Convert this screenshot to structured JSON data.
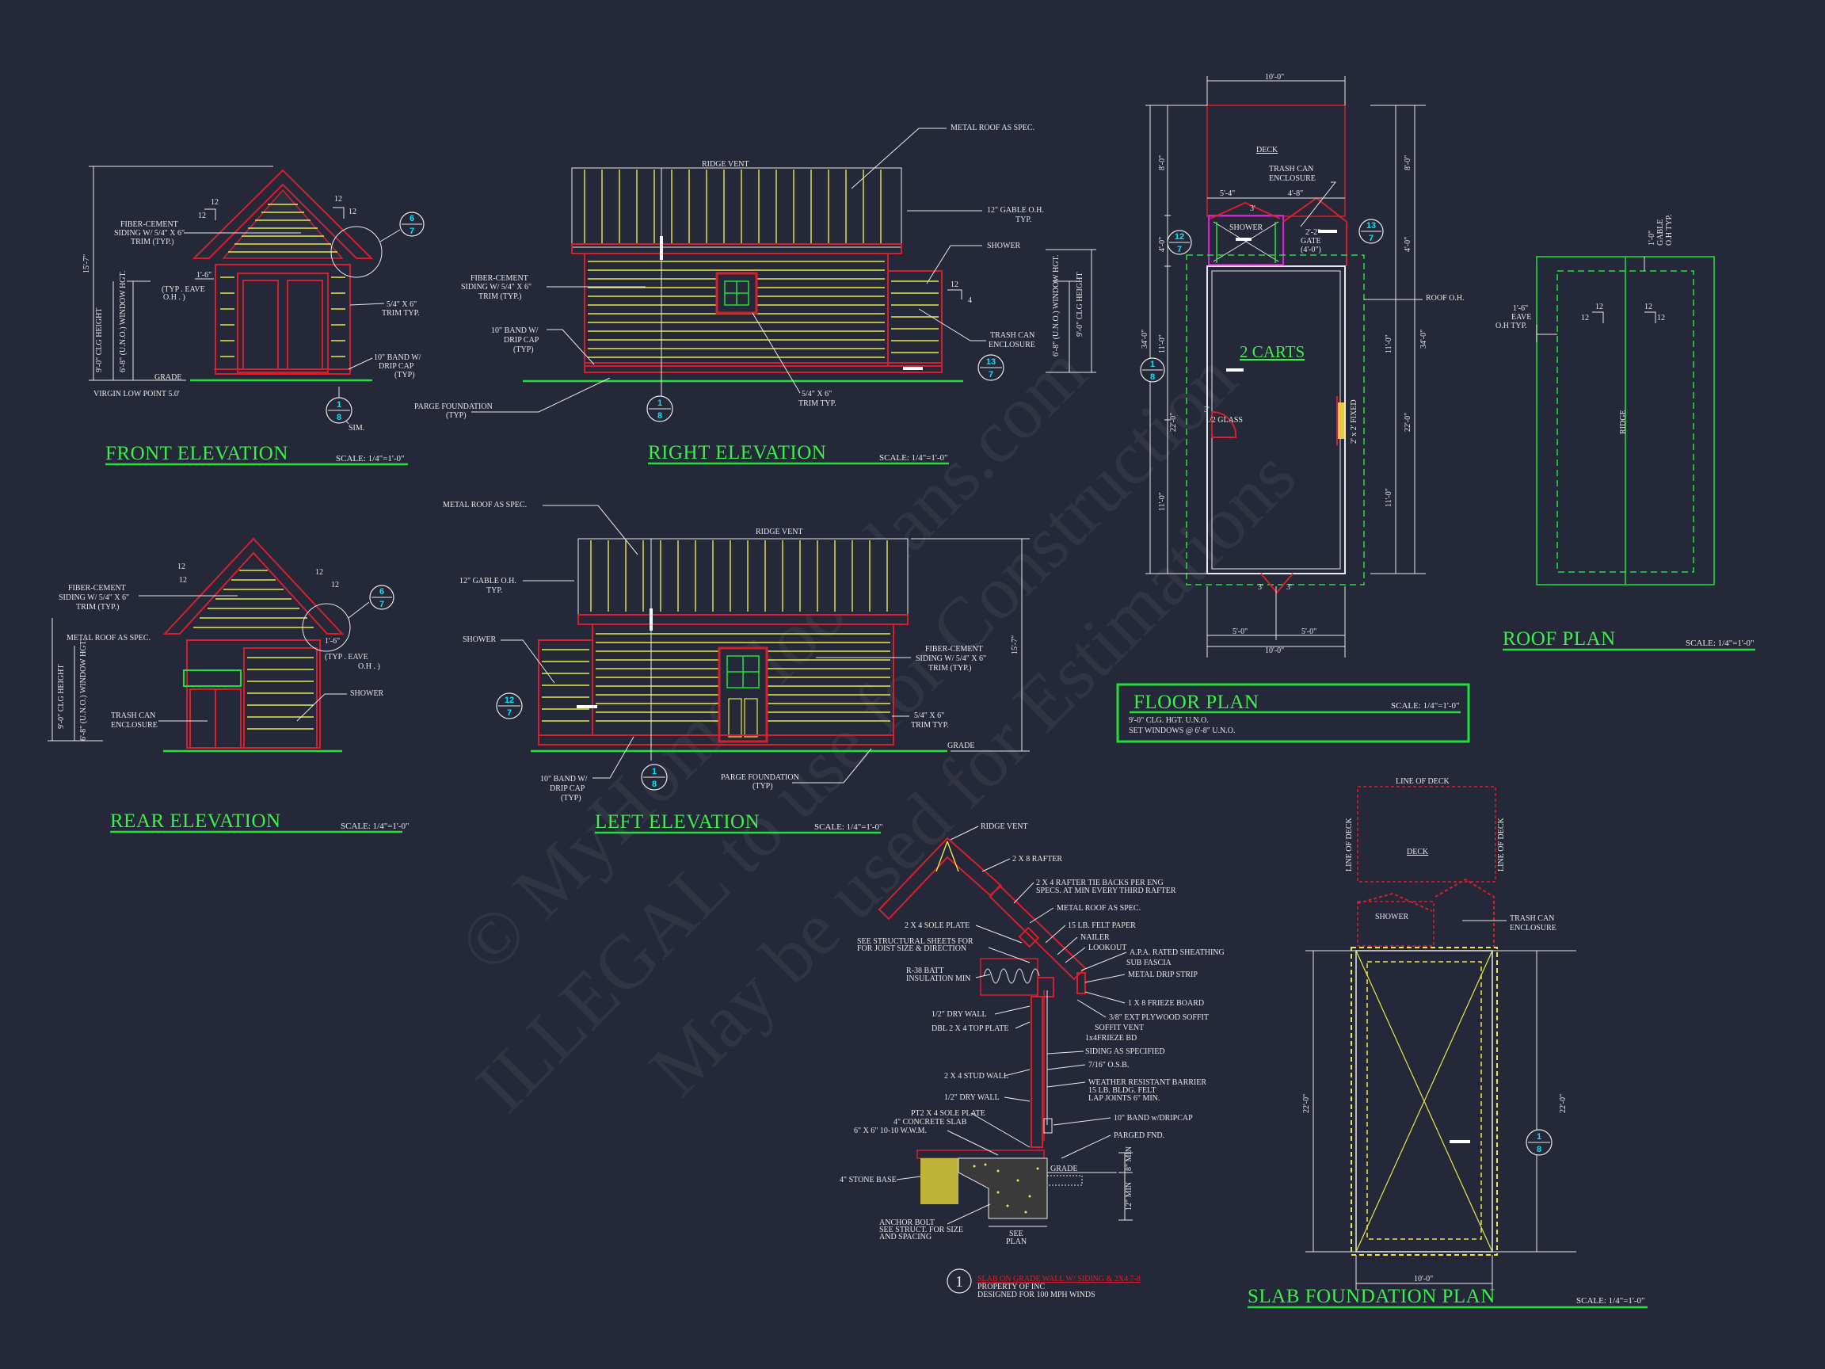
{
  "watermark": {
    "line1": "© MyHomeFloorPlans.com",
    "line2": "ILLEGAL to use for Construction",
    "line3": "May be used for Estimations"
  },
  "front_elevation": {
    "title": "FRONT ELEVATION",
    "scale": "SCALE: 1/4\"=1'-0\"",
    "notes": {
      "siding": [
        "FIBER-CEMENT",
        "SIDING W/ 5/4\" X 6\"",
        "TRIM (TYP.)"
      ],
      "eave": [
        "(TYP . EAVE",
        "O.H . )"
      ],
      "trim": [
        "5/4\" X 6\"",
        "TRIM TYP."
      ],
      "band": [
        "10\" BAND W/",
        "DRIP CAP",
        "(TYP)"
      ],
      "grade": "GRADE",
      "virgin": "VIRGIN LOW POINT 5.0'",
      "sim": "SIM.",
      "eave_dim": "1'-6\"",
      "pitch_a": "12",
      "pitch_b": "12",
      "pitch_c": "12",
      "pitch_d": "12",
      "height": "15'-7\"",
      "clg": "9'-0\" CLG HEIGHT",
      "win": "6'-8\" (U.N.O.) WINDOW HGT."
    }
  },
  "right_elevation": {
    "title": "RIGHT ELEVATION",
    "scale": "SCALE: 1/4\"=1'-0\"",
    "notes": {
      "metal_roof": "METAL ROOF AS SPEC.",
      "ridge": "RIDGE VENT",
      "gable": [
        "12\" GABLE O.H.",
        "TYP."
      ],
      "shower": "SHOWER",
      "siding": [
        "FIBER-CEMENT",
        "SIDING W/ 5/4\" X 6\"",
        "TRIM (TYP.)"
      ],
      "band": [
        "10\" BAND W/",
        "DRIP CAP",
        "(TYP)"
      ],
      "trash": [
        "TRASH CAN",
        "ENCLOSURE"
      ],
      "trim": [
        "5/4\" X 6\"",
        "TRIM TYP."
      ],
      "parge": [
        "PARGE FOUNDATION",
        "(TYP)"
      ],
      "pitch_12": "12",
      "pitch_4": "4",
      "win": "6'-8\" (U.N.O.) WINDOW HGT.",
      "clg": "9'-0\" CLG HEIGHT"
    }
  },
  "rear_elevation": {
    "title": "REAR ELEVATION",
    "scale": "SCALE: 1/4\"=1'-0\"",
    "notes": {
      "siding": [
        "FIBER-CEMENT",
        "SIDING W/ 5/4\" X 6\"",
        "TRIM (TYP.)"
      ],
      "metal_roof": "METAL ROOF AS SPEC.",
      "eave": [
        "(TYP . EAVE",
        "O.H . )"
      ],
      "eave_dim": "1'-6\"",
      "shower": "SHOWER",
      "trash": [
        "TRASH CAN",
        "ENCLOSURE"
      ],
      "clg": "9'-0\" CLG HEIGHT",
      "win": "6'-8\" (U.N.O.) WINDOW HGT.",
      "pitch": "12"
    }
  },
  "left_elevation": {
    "title": "LEFT ELEVATION",
    "scale": "SCALE: 1/4\"=1'-0\"",
    "notes": {
      "metal_roof": "METAL ROOF AS SPEC.",
      "ridge": "RIDGE VENT",
      "gable": [
        "12\" GABLE O.H.",
        "TYP."
      ],
      "shower": "SHOWER",
      "siding": [
        "FIBER-CEMENT",
        "SIDING W/ 5/4\" X 6\"",
        "TRIM (TYP.)"
      ],
      "trim": [
        "5/4\" X 6\"",
        "TRIM TYP."
      ],
      "grade": "GRADE",
      "band": [
        "10\" BAND W/",
        "DRIP CAP",
        "(TYP)"
      ],
      "parge": [
        "PARGE FOUNDATION",
        "(TYP)"
      ],
      "height": "15'-7\""
    }
  },
  "floor_plan": {
    "title": "FLOOR PLAN",
    "scale": "SCALE: 1/4\"=1'-0\"",
    "notes": [
      "9'-0\" CLG. HGT. U.N.O.",
      "SET WINDOWS @ 6'-8\" U.N.O."
    ],
    "room": "2 CARTS",
    "deck": "DECK",
    "shower": "SHOWER",
    "trash": [
      "TRASH CAN",
      "ENCLOSURE"
    ],
    "gate": [
      "2'-2\"",
      "GATE",
      "(4'-0\")"
    ],
    "glass": [
      "3'",
      "1/2 GLASS"
    ],
    "fixed": "2' x 2' FIXED",
    "roof_oh": "ROOF O.H.",
    "dims": {
      "top": "10'-0\"",
      "bottom": "10'-0\"",
      "b_left": "5'-0\"",
      "b_right": "5'-0\"",
      "s1": "5'-4\"",
      "s2": "4'-8\"",
      "s3": "3'",
      "l1": "8'-0\"",
      "l2": "4'-0\"",
      "l3": "11'-0\"",
      "l4": "11'-0\"",
      "l5": "22'-0\"",
      "l6": "34'-0\"",
      "r1": "8'-0\"",
      "r2": "4'-0\"",
      "r3": "11'-0\"",
      "r4": "11'-0\"",
      "r5": "22'-0\"",
      "r6": "34'-0\"",
      "d3": "3'",
      "d3b": "3'"
    }
  },
  "roof_plan": {
    "title": "ROOF PLAN",
    "scale": "SCALE: 1/4\"=1'-0\"",
    "ridge": "RIDGE",
    "gable": [
      "1'-0\"",
      "GABLE",
      "O.H TYP."
    ],
    "eave": [
      "1'-6\"",
      "EAVE",
      "O.H TYP."
    ],
    "pitch": "12"
  },
  "wall_section": {
    "tag": "1",
    "title": "SLAB ON GRADE WALL W/ SIDING & 2X4 7-8",
    "sub": [
      "PROPERTY OF INC",
      "DESIGNED FOR 100 MPH WINDS"
    ],
    "callouts_right": [
      "RIDGE VENT",
      "2 X 8 RAFTER",
      "2 X 4 RAFTER TIE BACKS PER ENG",
      "SPECS. AT MIN EVERY THIRD RAFTER",
      "METAL ROOF AS SPEC.",
      "15 LB. FELT PAPER",
      "NAILER",
      "LOOKOUT",
      "A.P.A. RATED SHEATHING",
      "SUB FASCIA",
      "METAL DRIP STRIP",
      "1 X 8  FRIEZE BOARD",
      "3/8\" EXT PLYWOOD SOFFIT",
      "SOFFIT VENT",
      "1x4FRIEZE BD",
      "SIDING AS SPECIFIED",
      "7/16\" O.S.B.",
      "WEATHER RESISTANT BARRIER",
      "15 LB. BLDG. FELT",
      "LAP JOINTS 6\" MIN.",
      "10\" BAND w/DRIPCAP",
      "PARGED FND."
    ],
    "callouts_left": [
      "2 X 4 SOLE PLATE",
      "SEE STRUCTURAL SHEETS FOR",
      "FOR JOIST SIZE & DIRECTION",
      "R-38 BATT",
      "INSULATION MIN",
      "1/2\" DRY WALL",
      "DBL 2 X 4 TOP PLATE",
      "2 X 4 STUD WALL",
      "1/2\" DRY WALL",
      "PT2 X 4 SOLE PLATE",
      "4\" CONCRETE SLAB",
      "6\" X 6\" 10-10 W.W.M.",
      "4\" STONE BASE",
      "ANCHOR BOLT",
      "SEE STRUCT. FOR SIZE",
      "AND SPACING"
    ],
    "grade": "GRADE",
    "min8": "8\" MIN",
    "min12": "12\" MIN",
    "see_plan": [
      "SEE",
      "PLAN"
    ]
  },
  "slab_plan": {
    "title": "SLAB FOUNDATION PLAN",
    "scale": "SCALE: 1/4\"=1'-0\"",
    "line_of_deck": "LINE OF DECK",
    "deck": "DECK",
    "shower": "SHOWER",
    "trash": [
      "TRASH CAN",
      "ENCLOSURE"
    ],
    "dim_bottom": "10'-0\"",
    "dim_left": "22'-0\"",
    "dim_right": "22'-0\""
  },
  "section_tags": {
    "t67": [
      "6",
      "7"
    ],
    "t18": [
      "1",
      "8"
    ],
    "t137": [
      "13",
      "7"
    ],
    "t127": [
      "12",
      "7"
    ]
  }
}
